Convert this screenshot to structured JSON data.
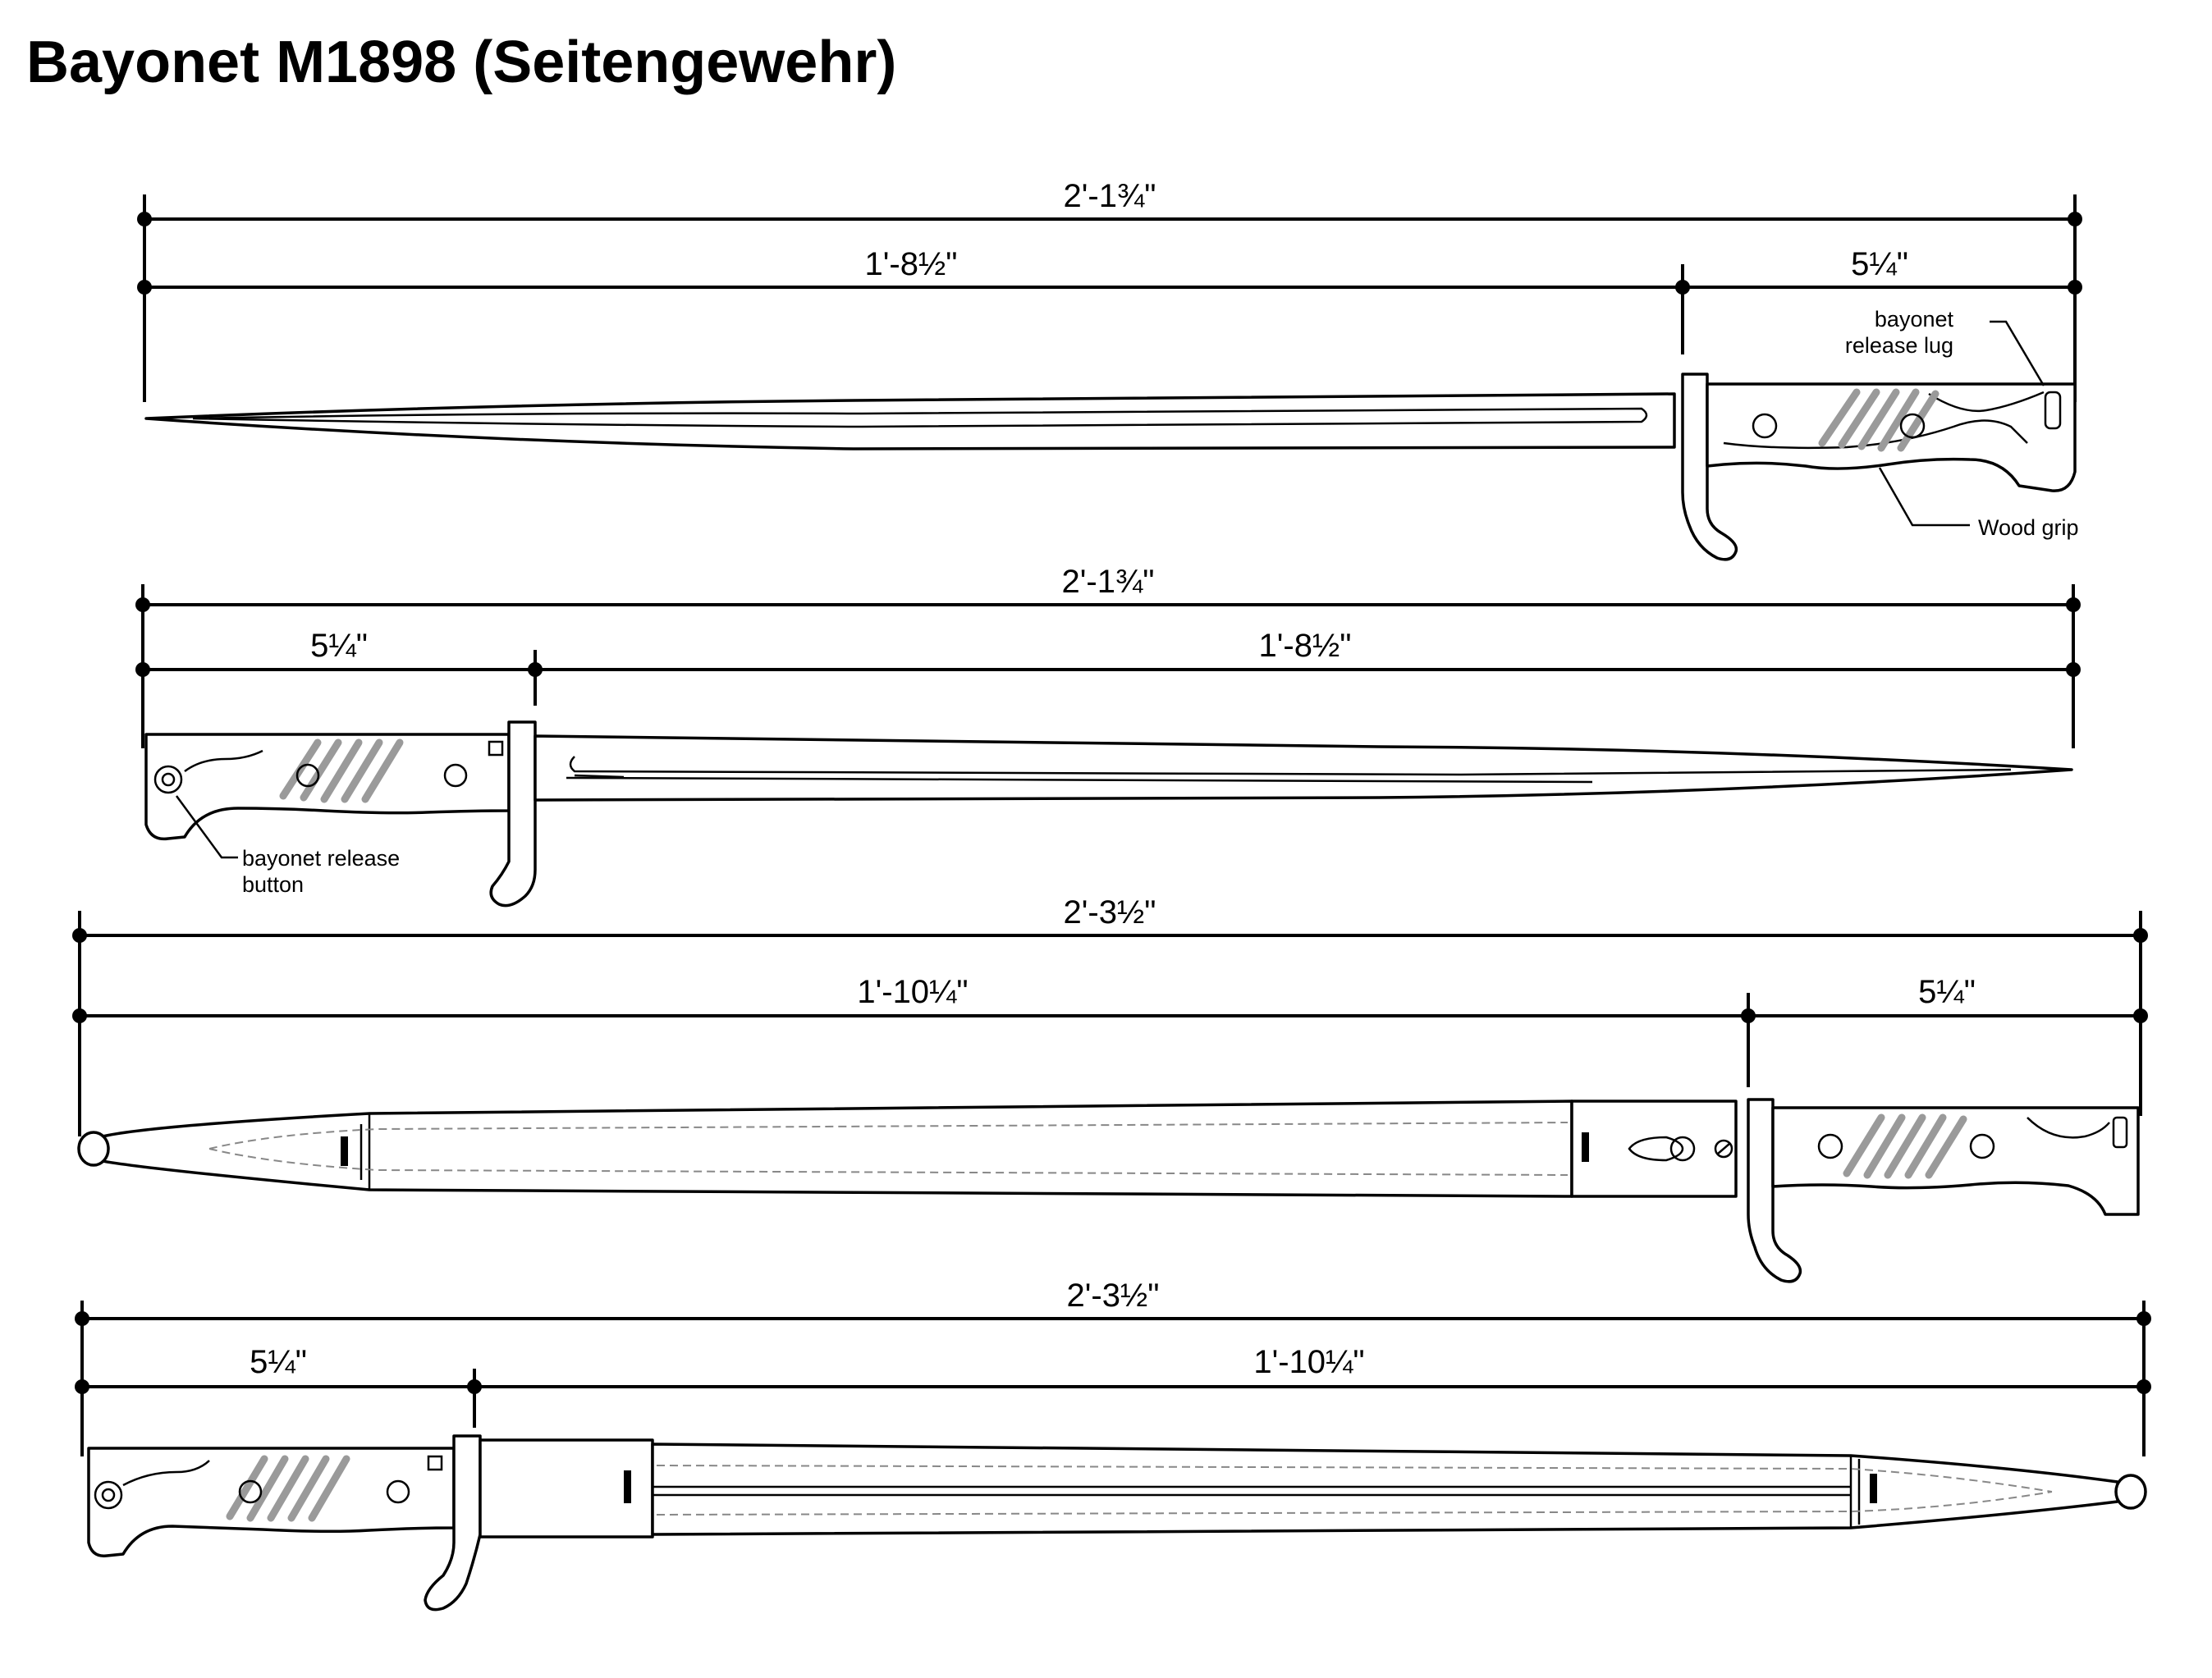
{
  "title": "Bayonet M1898 (Seitengewehr)",
  "views": [
    {
      "overall": "2'-1¾\"",
      "blade": "1'-8½\"",
      "grip": "5¼\""
    },
    {
      "overall": "2'-1¾\"",
      "grip": "5¼\"",
      "blade": "1'-8½\""
    },
    {
      "overall": "2'-3½\"",
      "blade": "1'-10¼\"",
      "grip": "5¼\""
    },
    {
      "overall": "2'-3½\"",
      "grip": "5¼\"",
      "blade": "1'-10¼\""
    }
  ],
  "labels": {
    "release_lug": [
      "bayonet",
      "release lug"
    ],
    "wood_grip": "Wood grip",
    "release_button": [
      "bayonet release",
      "button"
    ]
  }
}
